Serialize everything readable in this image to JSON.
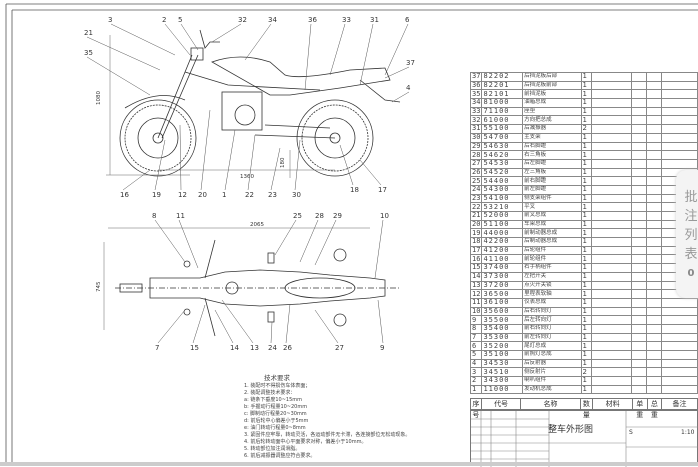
{
  "drawing": {
    "callouts_side": [
      "3",
      "2",
      "5",
      "32",
      "34",
      "36",
      "33",
      "31",
      "6",
      "21",
      "35",
      "37",
      "4",
      "16",
      "19",
      "12",
      "20",
      "1",
      "22",
      "23",
      "30",
      "18",
      "17"
    ],
    "callouts_top": [
      "8",
      "11",
      "25",
      "28",
      "29",
      "10",
      "7",
      "15",
      "14",
      "13",
      "24",
      "26",
      "27",
      "9"
    ],
    "dims": {
      "height": "1080",
      "wheelbase": "1360",
      "clearance": "180",
      "length": "2065",
      "width": "745"
    }
  },
  "tech": {
    "title": "技术要求",
    "lines": [
      "1. 装配时不得损伤车体表面；",
      "2. 装配调整技术要求：",
      "a: 链条下垂度10~15mm",
      "b: 手握动行程量10~20mm",
      "c:   脚制动行程量20~30mm",
      "d: 前后轮中心偏差小于5mm",
      "e:   油门转动行程量0~8mm",
      "3.   紧固件应牢靠，转动灵活，各运动部件无卡滞，各连接部位无松动现象。",
      "4. 前后轮转动面中心平面要求对称，偏差小于10mm。",
      "5. 转动部位加注润滑脂。",
      "6. 前后减振器调整应符合要求。"
    ]
  },
  "parts": [
    [
      "37",
      "82202",
      "后挡泥板后部",
      "1"
    ],
    [
      "36",
      "82201",
      "后挡泥板前部",
      "1"
    ],
    [
      "35",
      "82101",
      "前挡泥板",
      "1"
    ],
    [
      "34",
      "81000",
      "油箱总成",
      "1"
    ],
    [
      "33",
      "71100",
      "座垫",
      "1"
    ],
    [
      "32",
      "61000",
      "方向把总成",
      "1"
    ],
    [
      "31",
      "55100",
      "后减振器",
      "2"
    ],
    [
      "30",
      "54700",
      "主支架",
      "1"
    ],
    [
      "29",
      "54630",
      "后右脚蹬",
      "1"
    ],
    [
      "28",
      "54620",
      "右三角板",
      "1"
    ],
    [
      "27",
      "54530",
      "后左脚蹬",
      "1"
    ],
    [
      "26",
      "54520",
      "左三角板",
      "1"
    ],
    [
      "25",
      "54400",
      "前右脚蹬",
      "1"
    ],
    [
      "24",
      "54300",
      "前左脚蹬",
      "1"
    ],
    [
      "23",
      "54100",
      "侧支架组件",
      "1"
    ],
    [
      "22",
      "53210",
      "平叉",
      "1"
    ],
    [
      "21",
      "52000",
      "前叉总成",
      "1"
    ],
    [
      "20",
      "51100",
      "车架总成",
      "1"
    ],
    [
      "19",
      "44000",
      "前制动器总成",
      "1"
    ],
    [
      "18",
      "42200",
      "后制动器总成",
      "1"
    ],
    [
      "17",
      "41200",
      "后轮组件",
      "1"
    ],
    [
      "16",
      "41100",
      "前轮组件",
      "1"
    ],
    [
      "15",
      "37400",
      "右手柄组件",
      "1"
    ],
    [
      "14",
      "37300",
      "左把开关",
      "1"
    ],
    [
      "13",
      "37200",
      "点火开关锁",
      "1"
    ],
    [
      "12",
      "36500",
      "里程表软轴",
      "1"
    ],
    [
      "11",
      "36100",
      "仪表总成",
      "1"
    ],
    [
      "10",
      "35600",
      "后右转向灯",
      "1"
    ],
    [
      "9",
      "35500",
      "后左转向灯",
      "1"
    ],
    [
      "8",
      "35400",
      "前右转向灯",
      "1"
    ],
    [
      "7",
      "35300",
      "前左转向灯",
      "1"
    ],
    [
      "6",
      "35200",
      "尾灯总成",
      "1"
    ],
    [
      "5",
      "35100",
      "前照灯总成",
      "1"
    ],
    [
      "4",
      "34530",
      "后反射器",
      "1"
    ],
    [
      "3",
      "34510",
      "侧反射片",
      "2"
    ],
    [
      "2",
      "34300",
      "喇叭组件",
      "1"
    ],
    [
      "1",
      "11000",
      "发动机总成",
      "1"
    ]
  ],
  "header": [
    "序号",
    "代号",
    "名称",
    "数量",
    "材料",
    "单重",
    "总重",
    "备注"
  ],
  "titleblock": {
    "title": "整车外形图",
    "stage": "S",
    "scale": "1:10"
  },
  "panel": {
    "label": "批注列表",
    "count": "0"
  }
}
